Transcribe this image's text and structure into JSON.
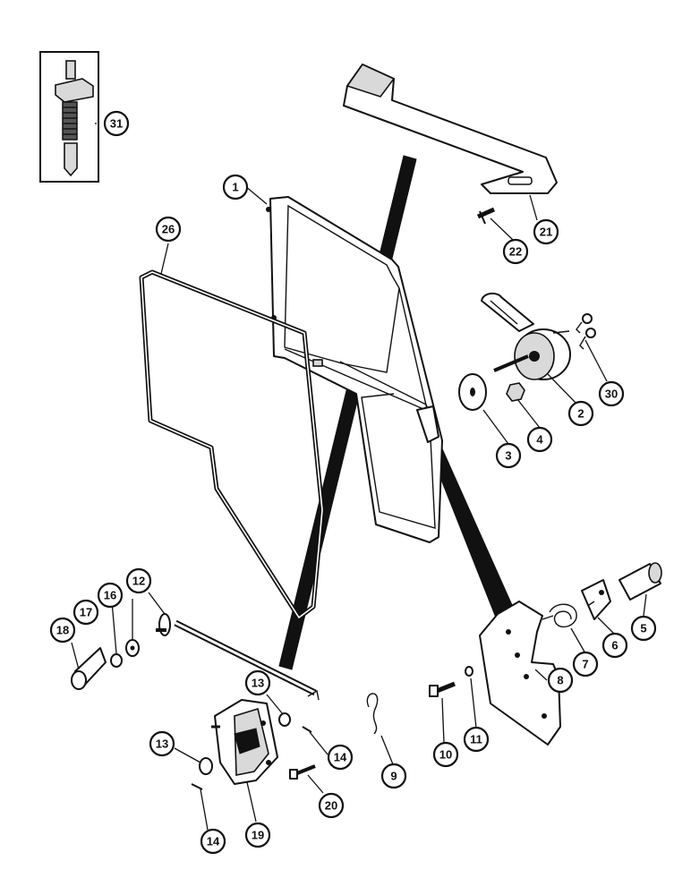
{
  "callouts": {
    "c1": "1",
    "c2": "2",
    "c3": "3",
    "c4": "4",
    "c5": "5",
    "c6": "6",
    "c7": "7",
    "c8": "8",
    "c9": "9",
    "c10": "10",
    "c11": "11",
    "c12": "12",
    "c13a": "13",
    "c13b": "13",
    "c14a": "14",
    "c14b": "14",
    "c16": "16",
    "c17": "17",
    "c18": "18",
    "c19": "19",
    "c20": "20",
    "c21": "21",
    "c22": "22",
    "c26": "26",
    "c30": "30",
    "c31": "31"
  }
}
